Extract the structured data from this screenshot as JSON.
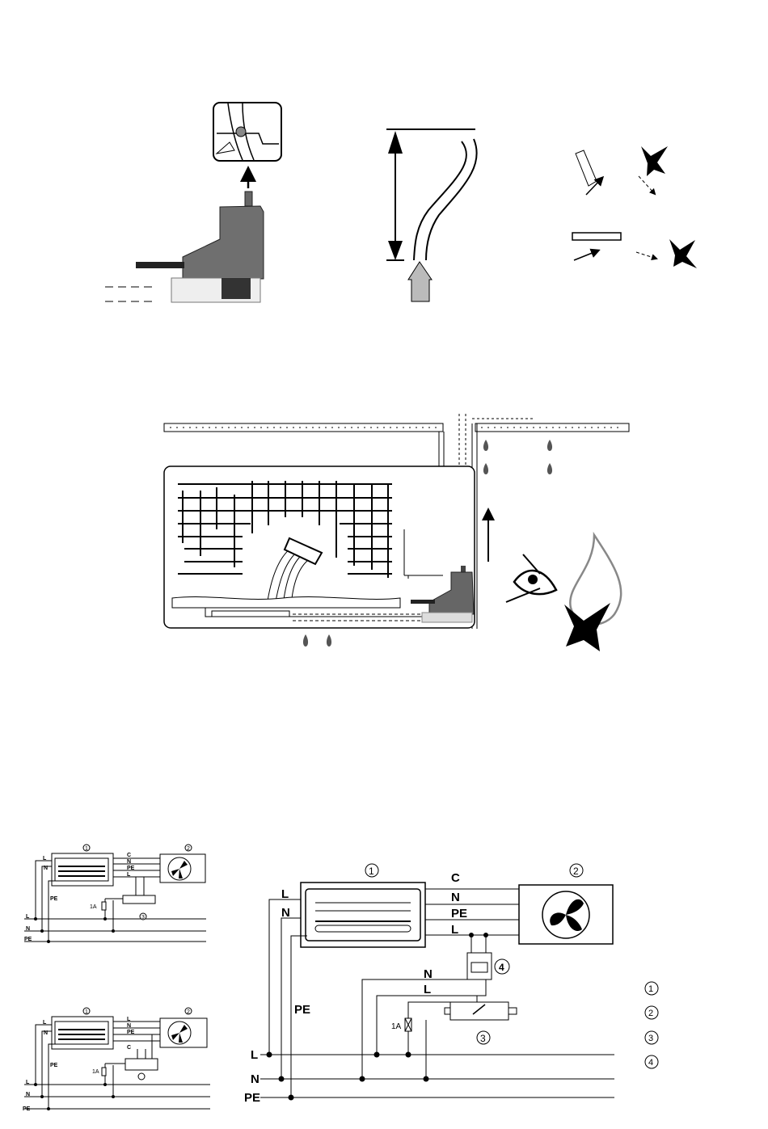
{
  "small_diagram_a": {
    "num1": "1",
    "num2": "2",
    "num3": "3",
    "wire_c": "C",
    "wire_n": "N",
    "wire_pe": "PE",
    "wire_l": "L",
    "left_l": "L",
    "left_n": "N",
    "left_pe": "PE",
    "fuse": "1A",
    "bus_l": "L",
    "bus_n": "N",
    "bus_pe": "PE"
  },
  "small_diagram_b": {
    "num1": "1",
    "num2": "2",
    "wire_l": "L",
    "wire_n": "N",
    "wire_pe": "PE",
    "wire_c": "C",
    "left_l": "L",
    "left_n": "N",
    "left_pe": "PE",
    "fuse": "1A",
    "bus_l": "L",
    "bus_n": "N",
    "bus_pe": "PE"
  },
  "main_diagram": {
    "num1": "1",
    "num2": "2",
    "num3": "3",
    "num4": "4",
    "wire_c": "C",
    "wire_n": "N",
    "wire_pe": "PE",
    "wire_l": "L",
    "left_l": "L",
    "left_n": "N",
    "left_pe": "PE",
    "mid_n": "N",
    "mid_l": "L",
    "fuse": "1A",
    "bus_l": "L",
    "bus_n": "N",
    "bus_pe": "PE"
  },
  "legend": [
    "1",
    "2",
    "3",
    "4"
  ]
}
